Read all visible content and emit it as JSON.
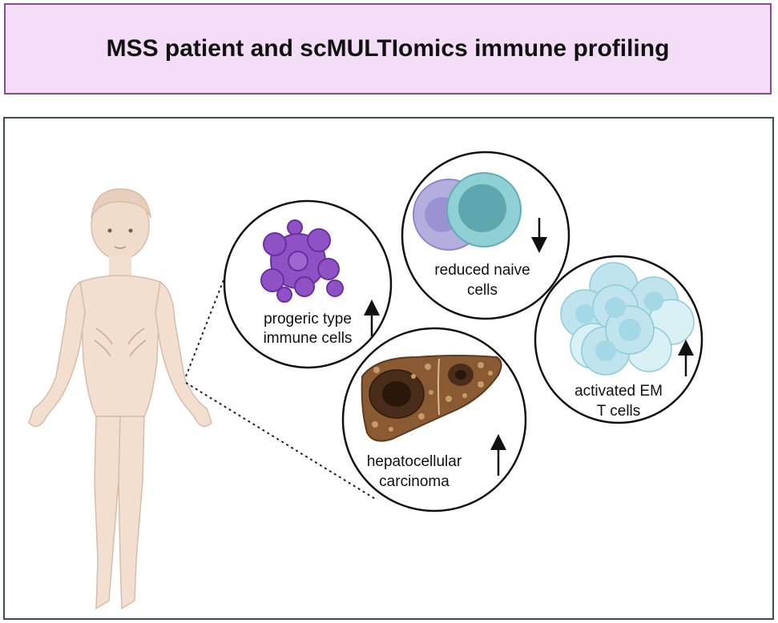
{
  "title": "MSS patient and scMULTIomics immune profiling",
  "cells": {
    "progeric": {
      "line1": "progeric type",
      "line2": "immune cells",
      "arrow": "up"
    },
    "naive": {
      "line1": "reduced naive",
      "line2": "cells",
      "arrow": "down"
    },
    "em": {
      "line1": "activated EM",
      "line2": "T cells",
      "arrow": "up"
    },
    "hcc": {
      "line1": "hepatocellular",
      "line2": "carcinoma",
      "arrow": "up"
    }
  },
  "colors": {
    "title_bg": "#f3dcf6",
    "title_border": "#8a4a92",
    "panel_border": "#3e4f47",
    "skin": "#f3e0d2",
    "progeric": "#8e52c4",
    "naive_back": "#b3aede",
    "naive_front": "#8fd0d4",
    "em_cell": "#bfe4ee",
    "liver": "#8a5a33"
  }
}
